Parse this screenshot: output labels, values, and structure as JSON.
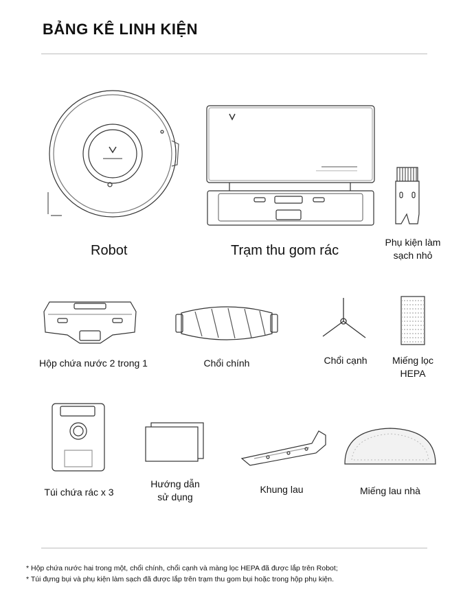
{
  "title": "BẢNG KÊ LINH KIỆN",
  "items": [
    {
      "label": "Robot",
      "icon": "robot-vacuum-icon"
    },
    {
      "label": "Trạm thu gom rác",
      "icon": "dock-station-icon"
    },
    {
      "label_lines": [
        "Phụ kiện làm",
        "sạch nhỏ"
      ],
      "icon": "cleaning-tool-icon"
    },
    {
      "label": "Hộp chứa nước 2 trong 1",
      "icon": "water-tank-icon"
    },
    {
      "label": "Chổi chính",
      "icon": "main-brush-icon"
    },
    {
      "label": "Chổi cạnh",
      "icon": "side-brush-icon"
    },
    {
      "label_lines": [
        "Miếng lọc",
        "HEPA"
      ],
      "icon": "hepa-filter-icon"
    },
    {
      "label": "Túi chứa rác x 3",
      "icon": "dust-bag-icon"
    },
    {
      "label_lines": [
        "Hướng dẫn",
        "sử dụng"
      ],
      "icon": "manual-icon"
    },
    {
      "label": "Khung lau",
      "icon": "mop-bracket-icon"
    },
    {
      "label": "Miếng lau nhà",
      "icon": "mop-pad-icon"
    }
  ],
  "notes": [
    "* Hộp chứa nước hai trong một, chổi chính, chổi cạnh và màng lọc HEPA đã được lắp trên Robot;",
    "* Túi đựng bụi và phụ kiện làm sạch đã được lắp trên trạm thu gom bụi hoặc trong hộp phụ kiện."
  ]
}
